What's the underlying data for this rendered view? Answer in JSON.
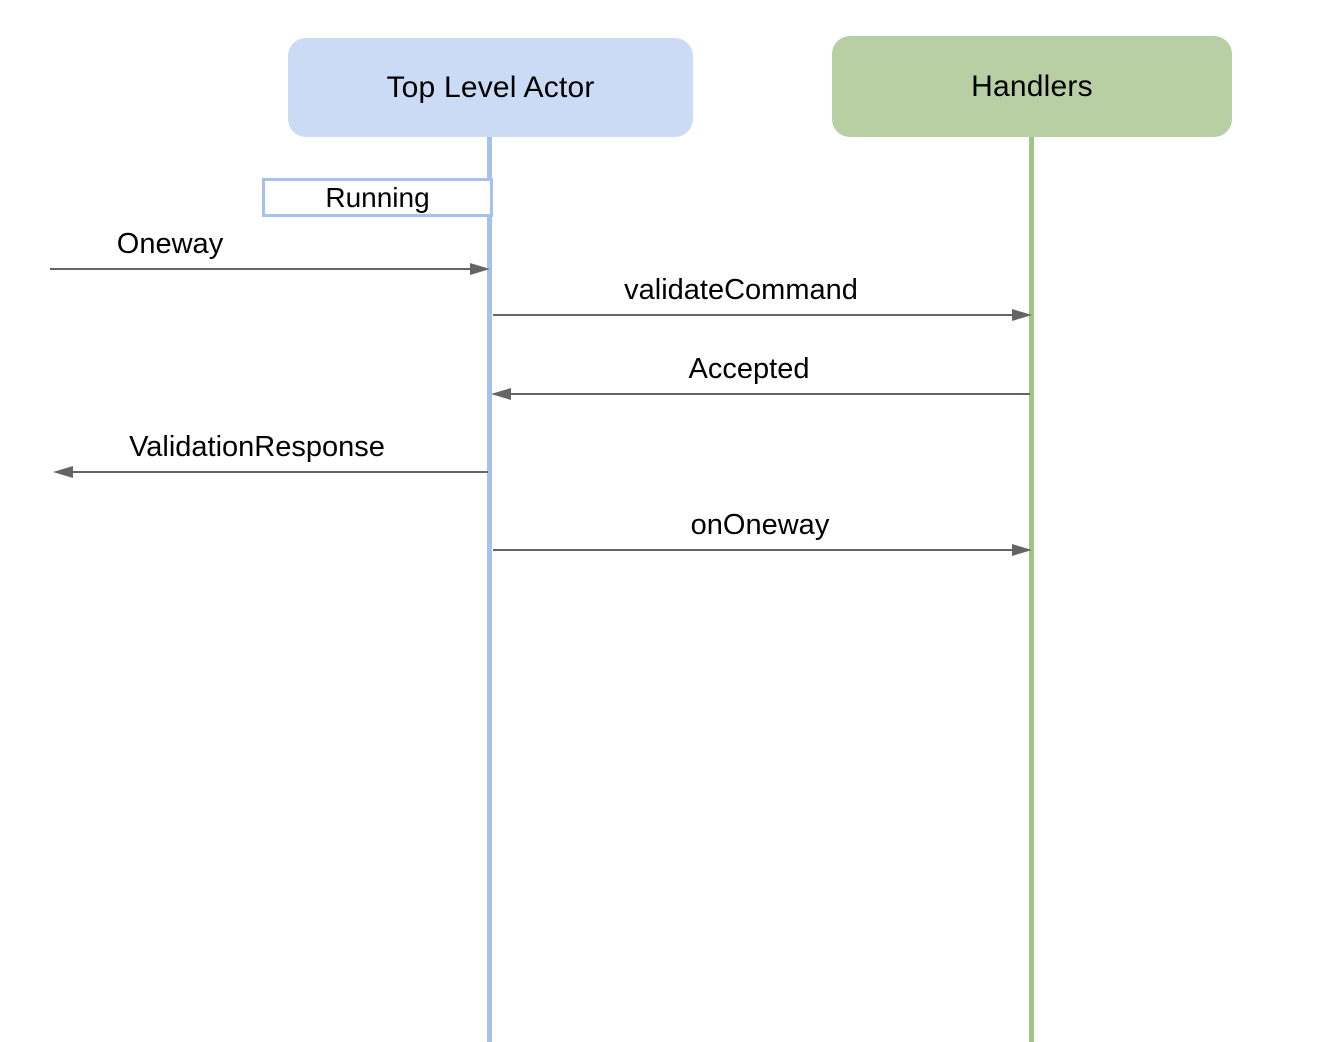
{
  "diagram": {
    "type": "sequence-diagram",
    "actors": [
      {
        "name": "Top Level Actor",
        "fill_color": "#ccdbf5",
        "lifeline_color": "#a7c1ef"
      },
      {
        "name": "Handlers",
        "fill_color": "#b8cfa4",
        "lifeline_color": "#a1c383"
      }
    ],
    "activation": {
      "label": "Running",
      "border_color": "#a7c1ef",
      "fill_color": "#ffffff"
    },
    "messages": [
      {
        "label": "Oneway",
        "from": "external",
        "to": "Top Level Actor",
        "direction": "right"
      },
      {
        "label": "validateCommand",
        "from": "Top Level Actor",
        "to": "Handlers",
        "direction": "right"
      },
      {
        "label": "Accepted",
        "from": "Handlers",
        "to": "Top Level Actor",
        "direction": "left"
      },
      {
        "label": "ValidationResponse",
        "from": "Top Level Actor",
        "to": "external",
        "direction": "left"
      },
      {
        "label": "onOneway",
        "from": "Top Level Actor",
        "to": "Handlers",
        "direction": "right"
      }
    ],
    "colors": {
      "arrow": "#646464",
      "text": "#000000",
      "background": "#ffffff"
    }
  }
}
